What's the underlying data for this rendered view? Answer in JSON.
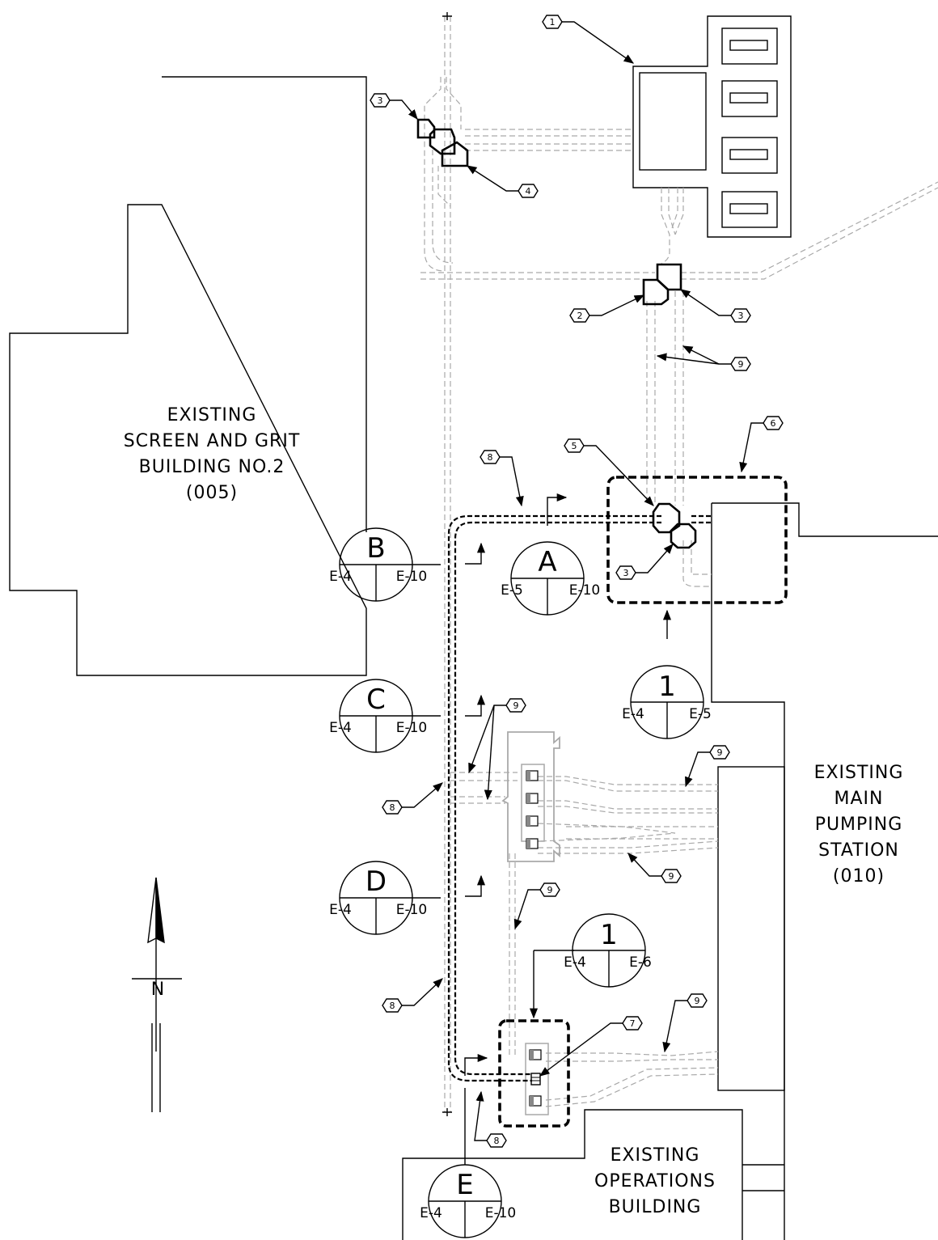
{
  "buildings": {
    "screen_grit": [
      "EXISTING",
      "SCREEN AND GRIT",
      "BUILDING NO.2",
      "(005)"
    ],
    "main_pumping": [
      "EXISTING",
      "MAIN",
      "PUMPING",
      "STATION",
      "(010)"
    ],
    "operations": [
      "EXISTING",
      "OPERATIONS",
      "BUILDING"
    ]
  },
  "section_callouts": {
    "A": {
      "id": "A",
      "left": "E-5",
      "right": "E-10"
    },
    "B": {
      "id": "B",
      "left": "E-4",
      "right": "E-10"
    },
    "C": {
      "id": "C",
      "left": "E-4",
      "right": "E-10"
    },
    "D": {
      "id": "D",
      "left": "E-4",
      "right": "E-10"
    },
    "E": {
      "id": "E",
      "left": "E-4",
      "right": "E-10"
    }
  },
  "detail_callouts": {
    "d1_upper": {
      "id": "1",
      "left": "E-4",
      "right": "E-5"
    },
    "d1_lower": {
      "id": "1",
      "left": "E-4",
      "right": "E-6"
    }
  },
  "keynotes": {
    "k1": "1",
    "k2": "2",
    "k3a": "3",
    "k3b": "3",
    "k3c": "3",
    "k4": "4",
    "k5": "5",
    "k6": "6",
    "k7": "7",
    "k8a": "8",
    "k8b": "8",
    "k8c": "8",
    "k8d": "8",
    "k9a": "9",
    "k9b": "9",
    "k9c": "9",
    "k9d": "9",
    "k9e": "9",
    "k9f": "9"
  },
  "north_arrow": {
    "label": "N"
  },
  "colors": {
    "linework": "#000000",
    "existing_conduit": "#a9a9a9",
    "background": "#ffffff"
  }
}
